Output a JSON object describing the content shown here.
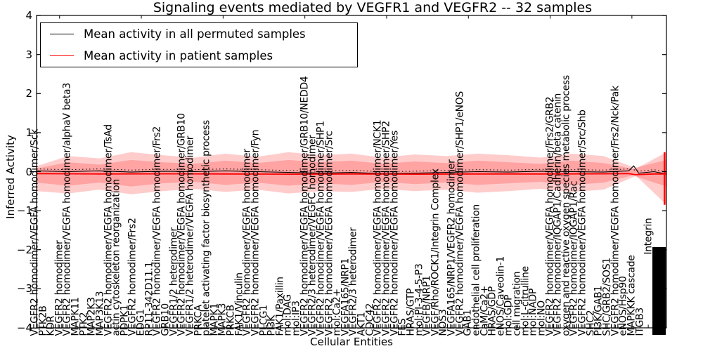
{
  "title": "Signaling events mediated by VEGFR1 and VEGFR2 -- 32 samples",
  "axes": {
    "ylabel": "Inferred Activity",
    "xlabel": "Cellular Entities",
    "yticks": [
      "4",
      "3",
      "2",
      "1",
      "0",
      "−1",
      "−2",
      "−3",
      "−4"
    ],
    "ylim": [
      -4,
      4
    ]
  },
  "legend": {
    "entries": [
      {
        "label": "Mean activity in all permuted samples",
        "color": "#000000"
      },
      {
        "label": "Mean activity in patient samples",
        "color": "#ff0000"
      }
    ]
  },
  "chart_data": {
    "type": "line",
    "title": "Signaling events mediated by VEGFR1 and VEGFR2 -- 32 samples",
    "xlabel": "Cellular Entities",
    "ylabel": "Inferred Activity",
    "ylim": [
      -4,
      4
    ],
    "grid": false,
    "legend_position": "upper left",
    "categories": [
      "VEGFR2 homodimer/VEGFA homodimer/Sck",
      "PTK2B",
      "KDR",
      "VEGFR2 homodimer",
      "VEGFR2 homodimer/VEGFA homodimer/alphaV beta3",
      "MAPK11",
      "PTK2",
      "MAP2K3",
      "MAP3K13",
      "VEGFR2 homodimer/VEGFA homodimer/TsAd",
      "actin cytoskeleton reorganization",
      "PDPK1",
      "VEGFR2 homodimer/Frs2",
      "EDG1",
      "RP11-342D11.1",
      "VEGFR2 homodimer/VEGFA homodimer/Frs2",
      "GRB10",
      "VEGFR1/2 heterodimer",
      "VEGFR2 homodimer/VEGFA homodimer/GRB10",
      "VEGFR1/2 heterodimer/VEGFA homodimer",
      "PRKCA",
      "platelet activating factor biosynthetic process",
      "MAPK1",
      "MAPK3",
      "PRKCB",
      "FAK1/Vinculin",
      "VEGFR2 homodimer/VEGFA homodimer",
      "VEGFR2 homodimer/VEGFA homodimer/Fyn",
      "PLCG1",
      "PI3K",
      "FAK1/Paxillin",
      "mol:DAG",
      "mol:IP3",
      "VEGFR2 homodimer/VEGFA homodimer/GRB10/NEDD4",
      "VEGFR2/3 heterodimer/VEGFC homodimer",
      "VEGFR2 homodimer/VEGFA homodimer/SHP1",
      "VEGFR2 homodimer/VEGFA homodimer/Src",
      "mol:Ca2+",
      "VEGFA165/NRP1",
      "VEGFR2/3 heterodimer",
      "AKT1",
      "CDC42",
      "VEGFR2 homodimer/VEGFA homodimer/NCK1",
      "VEGFR2 homodimer/VEGFA homodimer/SHP2",
      "VEGFR2 homodimer/VEGFA homodimer/Yes",
      "FES",
      "HRAS/GTP",
      "mol:PI-3-4-5-P3",
      "VEGFB/NRP1",
      "VEGF/Rho/ROCK1/Integrin Complex",
      "NOS3",
      "VEGFA165/NRP1/VEGFR2 homodimer",
      "VEGFR2 homodimer/VEGFA homodimer/SHP1/eNOS",
      "GAB1",
      "endothelial cell proliferation",
      "CaM/Ca2+",
      "HRAS/GDP",
      "eNOS/Caveolin-1",
      "mol:GDP",
      "cell migration",
      "mol:L-citrulline",
      "mol:NADP",
      "mol:NO",
      "VEGFR2 homodimer/VEGFA homodimer/Frs2/GRB2",
      "VEGFR2 homodimer/IQGAP1/Cadherin/beta catenin",
      "oxygen and reactive oxygen species metabolic process",
      "VEGFR2 homodimer/IQGAP1/Rac",
      "VEGFR2 homodimer/VEGFA homodimer/Src/Shb",
      "SHC2",
      "PI3K/GAB1",
      "SHC/GRB2/SOS1",
      "VEGFR2 homodimer/VEGFA homodimer/Frs2/Nck/Pak",
      "eNOS/Hsp90",
      "MAPKKK cascade",
      "ITGB3"
    ],
    "overlap_cluster_fragment": "Integrin",
    "band_fractions": [
      0,
      0.05,
      0.1,
      0.15,
      0.2,
      0.25,
      0.3,
      0.35,
      0.4,
      0.45,
      0.5,
      0.55,
      0.6,
      0.65,
      0.7,
      0.75,
      0.8,
      0.85,
      0.9,
      0.95,
      1
    ],
    "bands": [
      {
        "name": "permuted-activity-range",
        "color": "#ff0000",
        "opacity": 0.2,
        "upper": [
          0.14,
          0.4,
          0.34,
          0.5,
          0.42,
          0.36,
          0.46,
          0.38,
          0.5,
          0.42,
          0.46,
          0.36,
          0.44,
          0.4,
          0.46,
          0.42,
          0.36,
          0.46,
          0.4,
          0.1,
          0.3
        ],
        "lower": [
          -0.5,
          -0.56,
          -0.46,
          -0.58,
          -0.5,
          -0.44,
          -0.52,
          -0.46,
          -0.56,
          -0.5,
          -0.52,
          -0.44,
          -0.5,
          -0.46,
          -0.54,
          -0.5,
          -0.44,
          -0.52,
          -0.46,
          -0.12,
          -0.38
        ]
      },
      {
        "name": "patient-activity-range",
        "color": "#ff0000",
        "opacity": 0.2,
        "upper": [
          0.08,
          0.24,
          0.18,
          0.3,
          0.24,
          0.2,
          0.28,
          0.22,
          0.3,
          0.24,
          0.28,
          0.2,
          0.26,
          0.22,
          0.28,
          0.24,
          0.2,
          0.28,
          0.22,
          0.06,
          0.5
        ],
        "lower": [
          -0.28,
          -0.36,
          -0.28,
          -0.38,
          -0.3,
          -0.26,
          -0.34,
          -0.28,
          -0.36,
          -0.3,
          -0.34,
          -0.26,
          -0.32,
          -0.28,
          -0.34,
          -0.3,
          -0.26,
          -0.34,
          -0.28,
          -0.08,
          -0.85
        ]
      }
    ],
    "series": [
      {
        "name": "Mean activity in all permuted samples",
        "color": "#000000",
        "style": "solid",
        "width": 1.1,
        "points": [
          [
            0,
            0.02
          ],
          [
            0.05,
            0
          ],
          [
            0.1,
            0.02
          ],
          [
            0.15,
            -0.01
          ],
          [
            0.2,
            0.01
          ],
          [
            0.25,
            0
          ],
          [
            0.3,
            0.02
          ],
          [
            0.35,
            0
          ],
          [
            0.4,
            -0.02
          ],
          [
            0.45,
            -0.04
          ],
          [
            0.5,
            -0.02
          ],
          [
            0.55,
            -0.05
          ],
          [
            0.6,
            -0.04
          ],
          [
            0.65,
            -0.02
          ],
          [
            0.7,
            0
          ],
          [
            0.75,
            -0.01
          ],
          [
            0.8,
            0.01
          ],
          [
            0.85,
            0
          ],
          [
            0.9,
            -0.01
          ],
          [
            0.94,
            0.02
          ],
          [
            0.948,
            0.15
          ],
          [
            0.956,
            -0.04
          ],
          [
            0.98,
            0
          ],
          [
            1,
            -0.06
          ]
        ]
      },
      {
        "name": "permuted-upper-dotted",
        "color": "#000000",
        "style": "dotted",
        "width": 1,
        "offset": 0.05
      },
      {
        "name": "Mean activity in patient samples",
        "color": "#ff0000",
        "style": "solid",
        "width": 1.8,
        "points": [
          [
            0,
            -0.05
          ],
          [
            0.1,
            -0.06
          ],
          [
            0.2,
            -0.055
          ],
          [
            0.3,
            -0.06
          ],
          [
            0.4,
            -0.065
          ],
          [
            0.5,
            -0.06
          ],
          [
            0.6,
            -0.065
          ],
          [
            0.7,
            -0.06
          ],
          [
            0.8,
            -0.06
          ],
          [
            0.9,
            -0.055
          ],
          [
            0.94,
            -0.05
          ],
          [
            0.95,
            -0.08
          ],
          [
            0.98,
            -0.06
          ],
          [
            1,
            -0.06
          ]
        ],
        "end_spike": {
          "x_frac": 0.997,
          "top": 0.5,
          "bottom": -0.85
        }
      }
    ]
  }
}
